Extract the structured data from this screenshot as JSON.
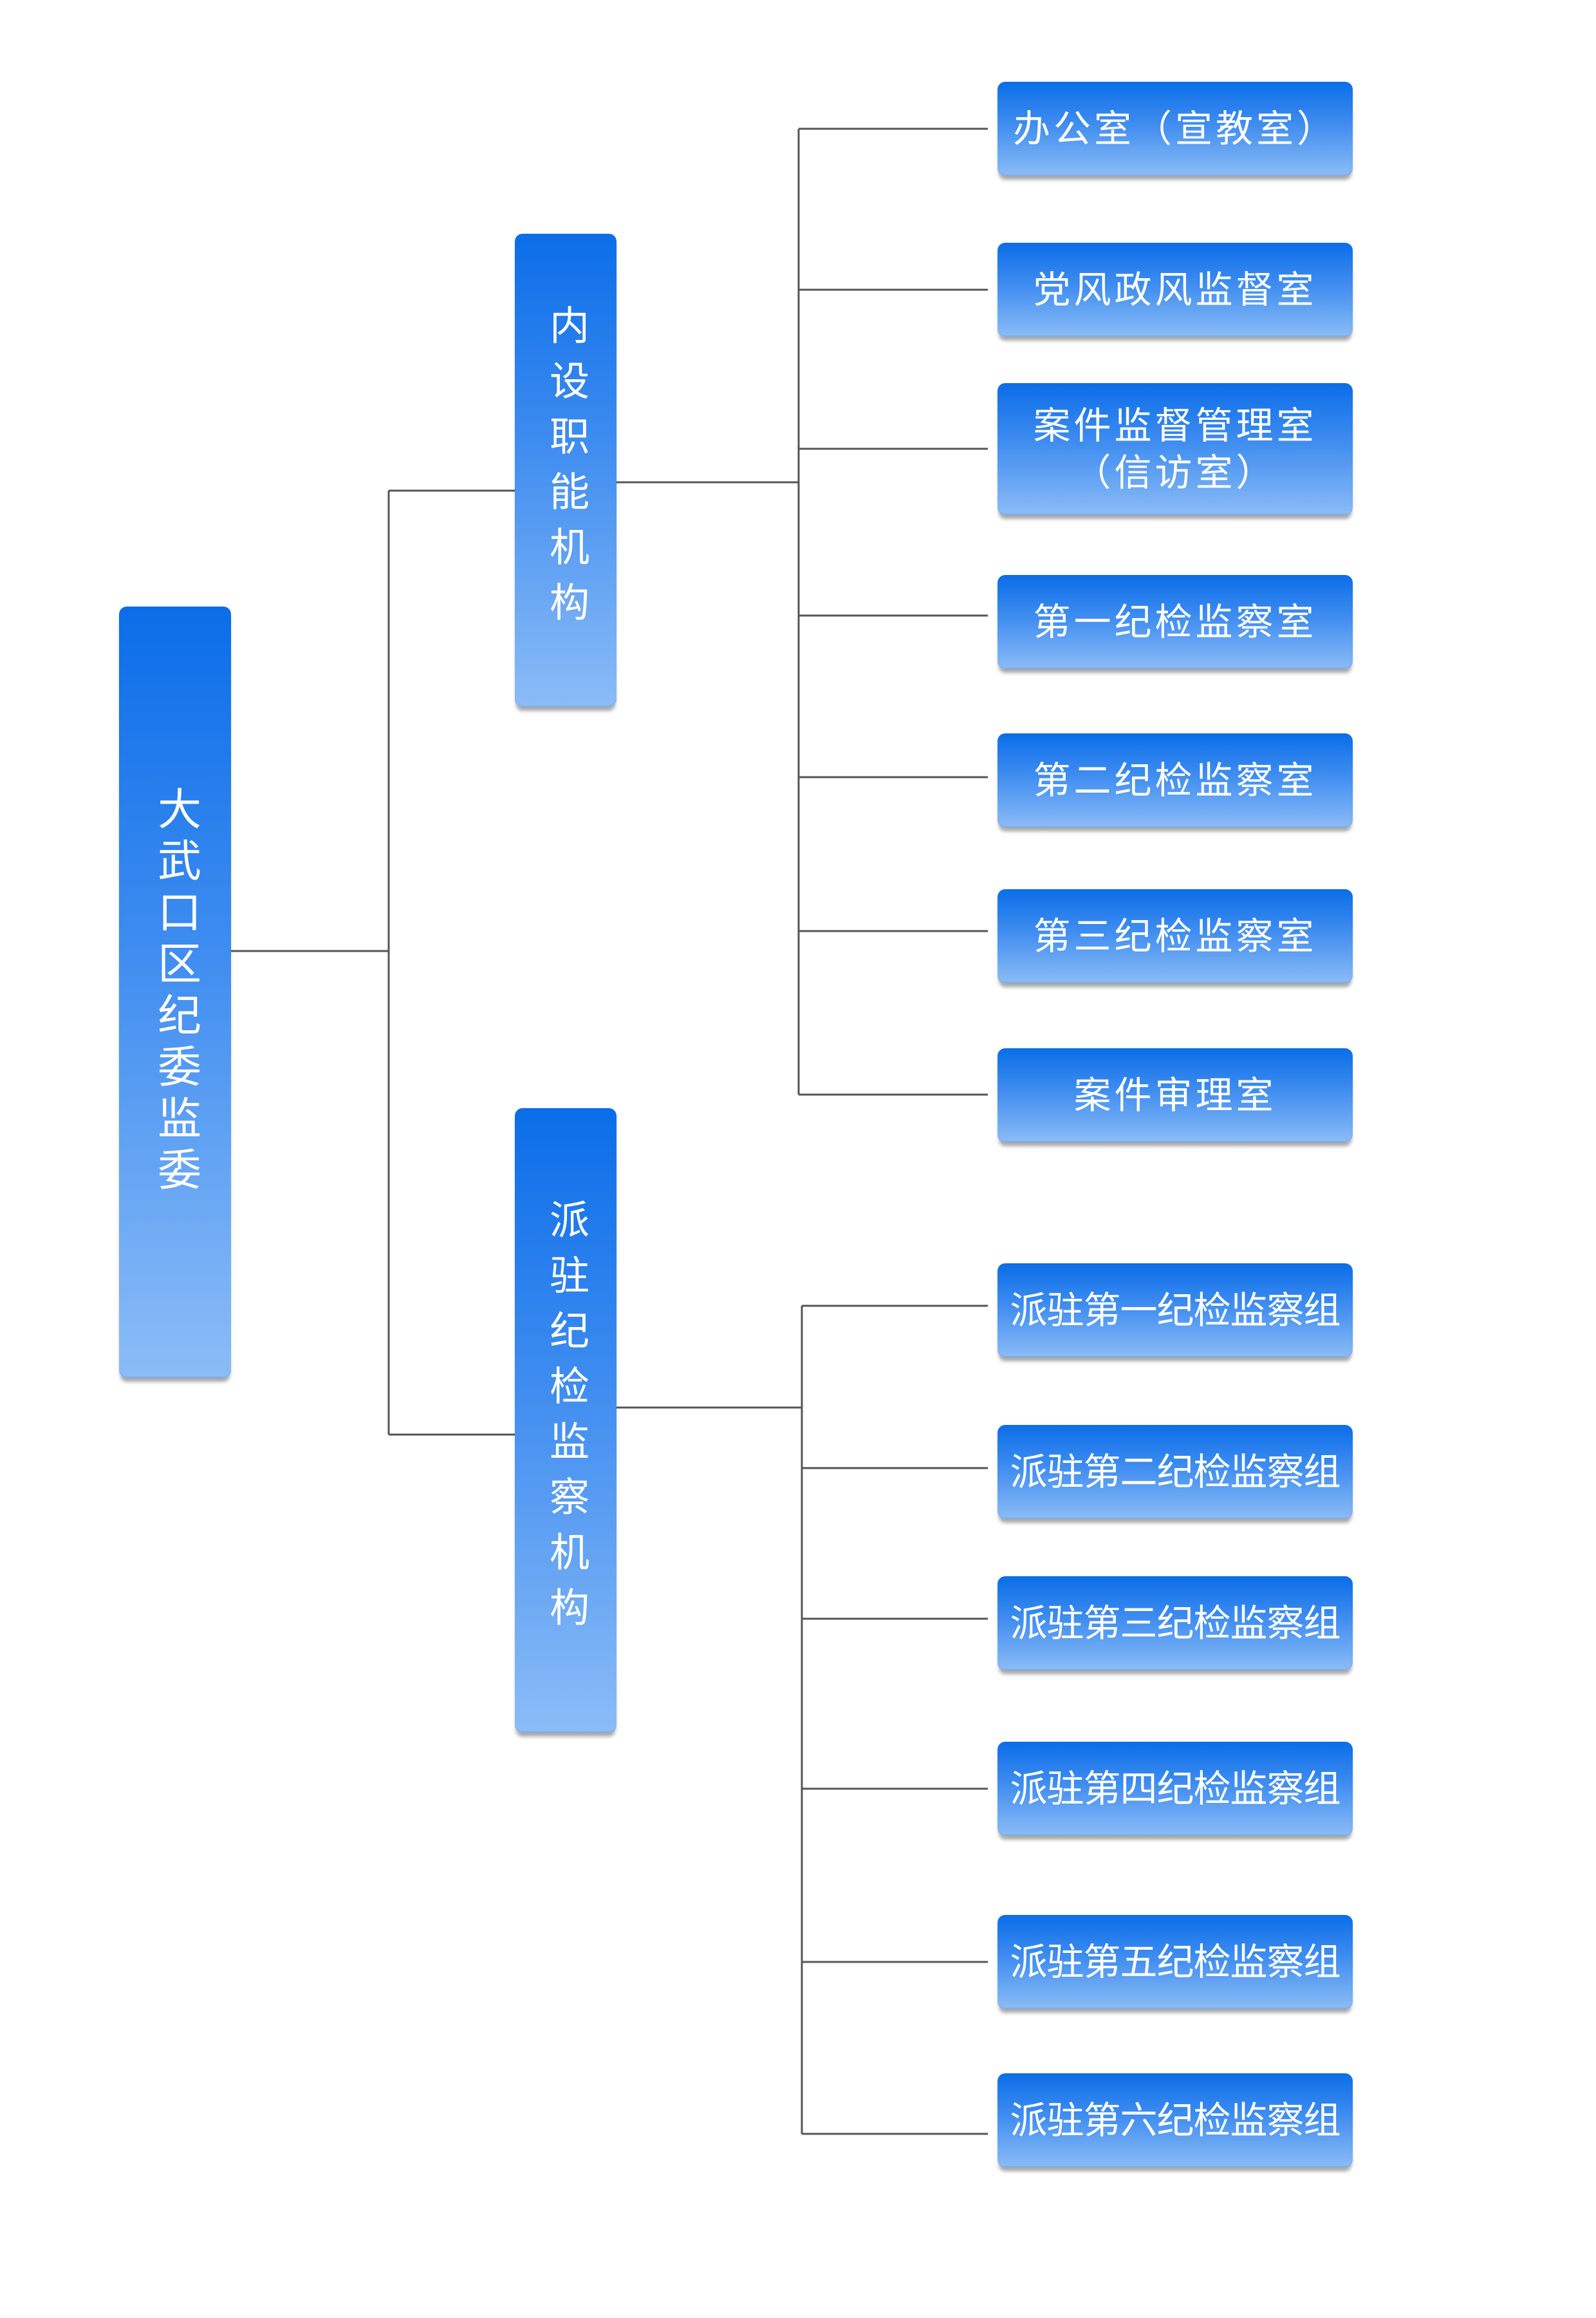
{
  "root": {
    "label": "大武口区纪委监委"
  },
  "branches": [
    {
      "label": "内设职能机构",
      "children": [
        "办公室（宣教室）",
        "党风政风监督室",
        "案件监督管理室\n（信访室）",
        "第一纪检监察室",
        "第二纪检监察室",
        "第三纪检监察室",
        "案件审理室"
      ]
    },
    {
      "label": "派驻纪检监察机构",
      "children": [
        "派驻第一纪检监察组",
        "派驻第二纪检监察组",
        "派驻第三纪检监察组",
        "派驻第四纪检监察组",
        "派驻第五纪检监察组",
        "派驻第六纪检监察组"
      ]
    }
  ],
  "colors": {
    "box_top": "#0b6de8",
    "box_bottom": "#8bbcf7",
    "connector": "#555555",
    "text": "#ffffff"
  }
}
